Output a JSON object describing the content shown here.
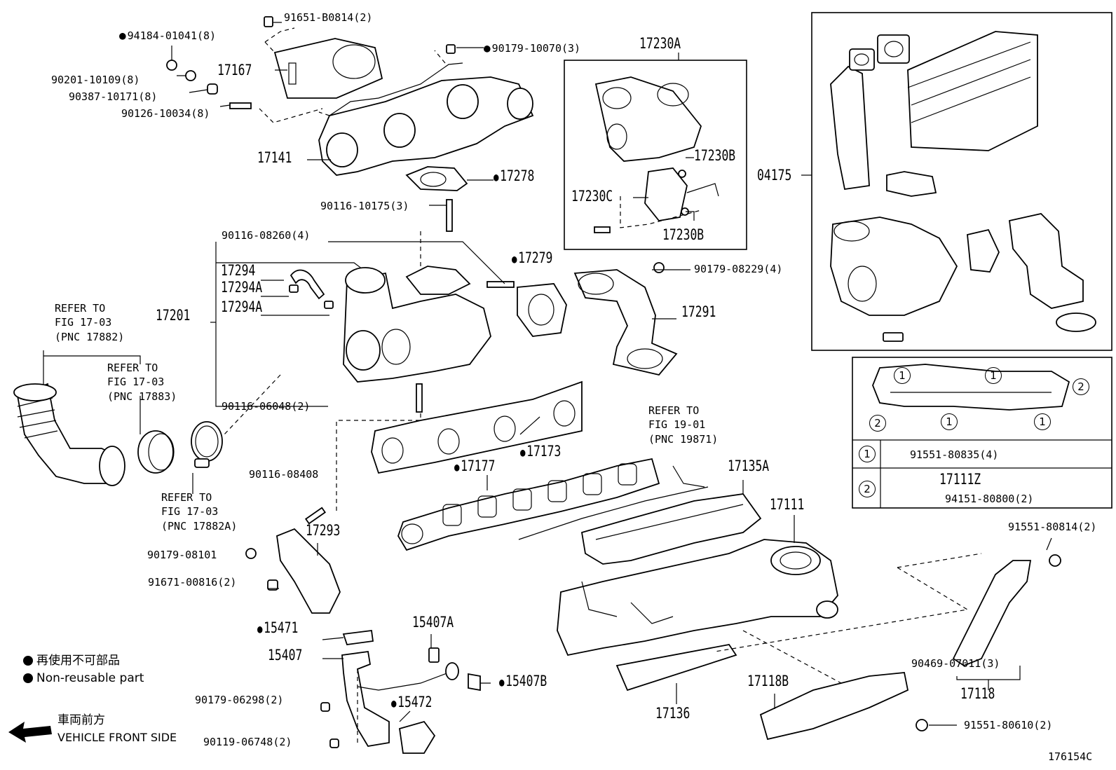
{
  "labels": {
    "p94184": "94184-01041(8)",
    "p91651": "91651-B0814(2)",
    "p90179_10070": "90179-10070(3)",
    "p17230A": "17230A",
    "p90201": "90201-10109(8)",
    "p17167": "17167",
    "p90387": "90387-10171(8)",
    "p90126": "90126-10034(8)",
    "p17141": "17141",
    "p17278": "17278",
    "p17230B_1": "17230B",
    "p17230C": "17230C",
    "p17230B_2": "17230B",
    "p04175": "04175",
    "p90116_10175": "90116-10175(3)",
    "p90116_08260": "90116-08260(4)",
    "p17279": "17279",
    "p90179_08229": "90179-08229(4)",
    "p17294": "17294",
    "p17294A_1": "17294A",
    "p17294A_2": "17294A",
    "p17201": "17201",
    "p17291": "17291",
    "p90116_06048": "90116-06048(2)",
    "p17173": "17173",
    "p17177": "17177",
    "p17135A": "17135A",
    "p90116_08408": "90116-08408",
    "p17293": "17293",
    "p90179_08101": "90179-08101",
    "p91671": "91671-00816(2)",
    "p17111": "17111",
    "p91551_80814": "91551-80814(2)",
    "p15471": "15471",
    "p15407A": "15407A",
    "p15407": "15407",
    "p15407B": "15407B",
    "p90179_06298": "90179-06298(2)",
    "p15472": "15472",
    "p90119": "90119-06748(2)",
    "p17136": "17136",
    "p17118B": "17118B",
    "p90469": "90469-07011(3)",
    "p17118": "17118",
    "p91551_80610": "91551-80610(2)"
  },
  "refs": {
    "ref1": [
      "REFER TO",
      "FIG 17-03",
      "(PNC 17882)"
    ],
    "ref2": [
      "REFER TO",
      "FIG 17-03",
      "(PNC 17883)"
    ],
    "ref3": [
      "REFER TO",
      "FIG 17-03",
      "(PNC 17882A)"
    ],
    "ref4": [
      "REFER TO",
      "FIG 19-01",
      "(PNC 19871)"
    ]
  },
  "inset": {
    "table": [
      {
        "key": "1",
        "part": "91551-80835(4)"
      },
      {
        "key": "2",
        "part_a": "17111Z",
        "part_b": "94151-80800(2)"
      }
    ],
    "markers": [
      "1",
      "1",
      "2",
      "2",
      "1",
      "1"
    ]
  },
  "legend": {
    "jp": "再使用不可部品",
    "en": "Non-reusable part",
    "front_jp": "車両前方",
    "front_en": "VEHICLE FRONT SIDE"
  },
  "figure_code": "176154C"
}
